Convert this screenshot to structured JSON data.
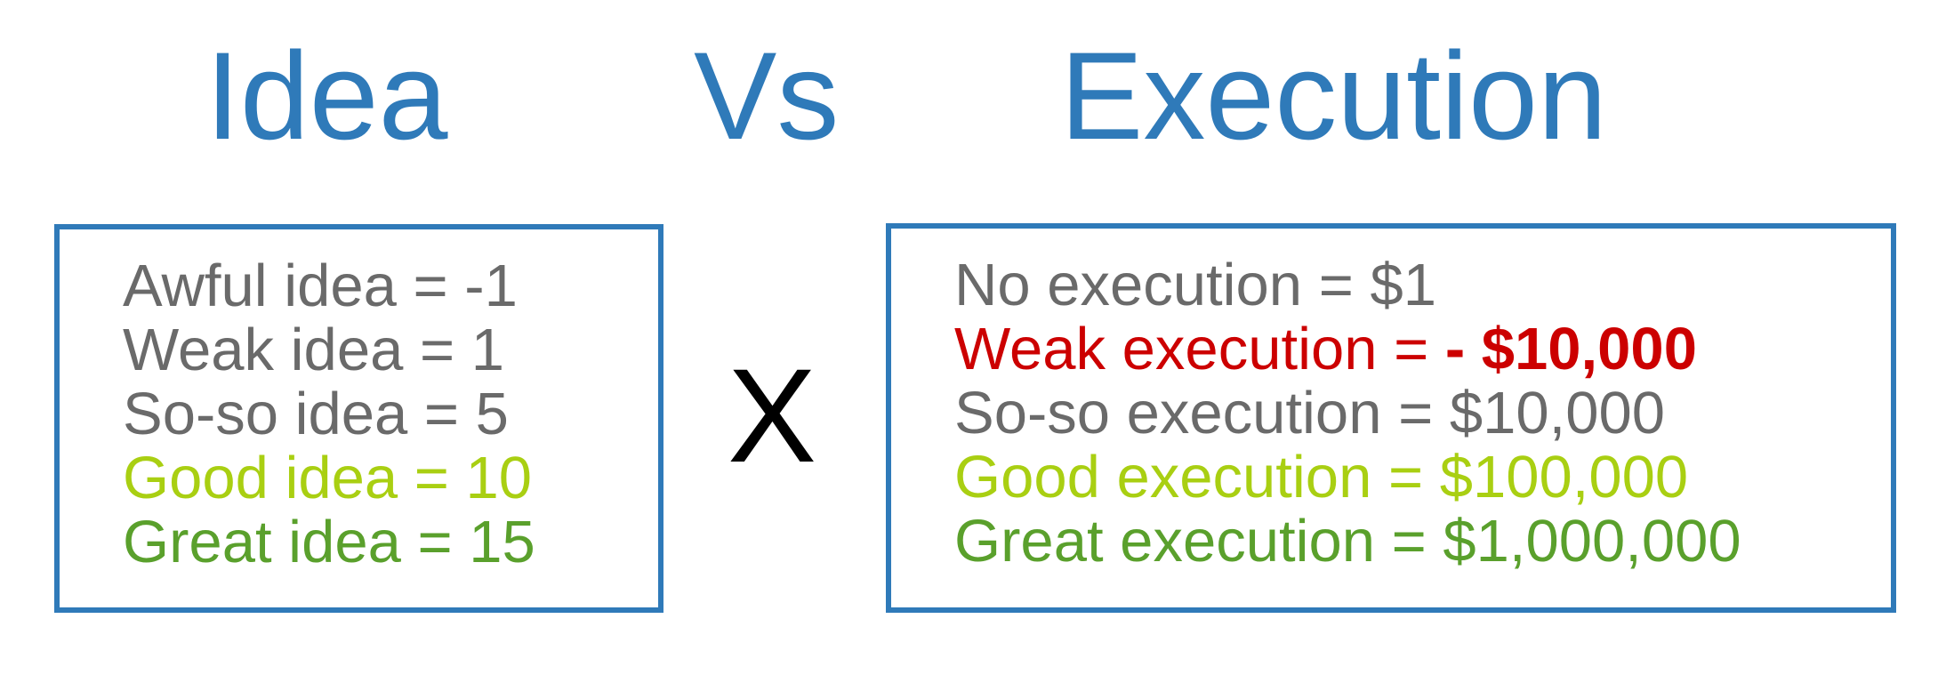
{
  "colors": {
    "heading": "#2f7ab9",
    "box_border": "#2f7ab9",
    "neutral": "#6a6a6a",
    "bad": "#cc0000",
    "good": "#a9cf12",
    "great": "#5aa02c",
    "operator": "#000000"
  },
  "headings": {
    "idea": "Idea",
    "vs": "Vs",
    "execution": "Execution"
  },
  "operator": "X",
  "idea_box": {
    "lines": [
      {
        "text": "Awful idea = -1",
        "tone": "neutral"
      },
      {
        "text": "Weak idea = 1",
        "tone": "neutral"
      },
      {
        "text": "So-so idea = 5",
        "tone": "neutral"
      },
      {
        "text": "Good idea = 10",
        "tone": "good"
      },
      {
        "text": "Great idea = 15",
        "tone": "great"
      }
    ]
  },
  "execution_box": {
    "lines": [
      {
        "label": "No execution = ",
        "amount": "$1",
        "tone": "neutral"
      },
      {
        "label": "Weak execution = ",
        "amount": "- $10,000",
        "tone": "bad",
        "emphasis": true
      },
      {
        "label": "So-so execution = ",
        "amount": "$10,000",
        "tone": "neutral"
      },
      {
        "label": "Good execution = ",
        "amount": "$100,000",
        "tone": "good"
      },
      {
        "label": "Great execution = ",
        "amount": "$1,000,000",
        "tone": "great"
      }
    ]
  }
}
